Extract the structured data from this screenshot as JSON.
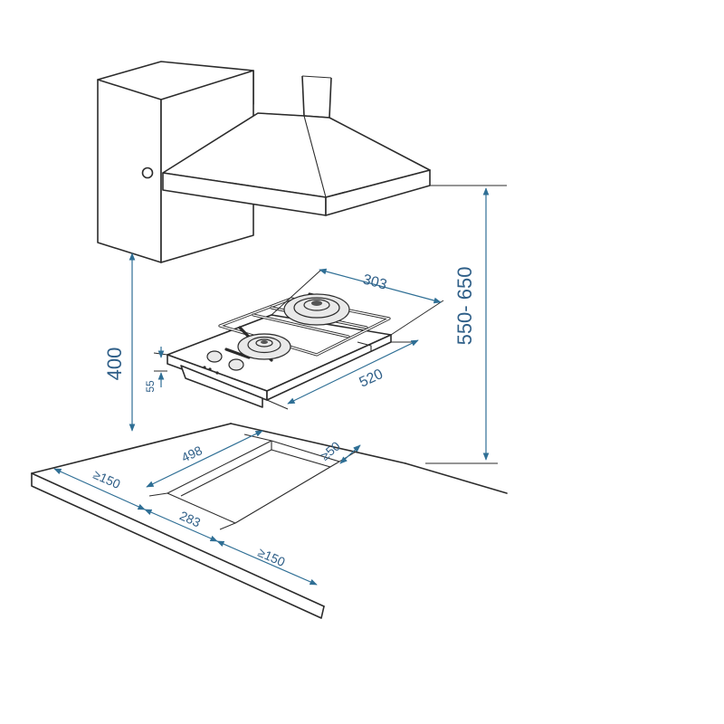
{
  "dimensions": {
    "hob_depth": "303",
    "hood_height": "550- 650",
    "hob_width": "520",
    "hob_clearance": "400",
    "hob_thickness": "55",
    "cutout_width": "498",
    "cutout_rear_gap": "≥50",
    "cutout_left_gap": "≥150",
    "cutout_depth": "283",
    "cutout_front_gap": "≥150"
  },
  "colors": {
    "dimension": "#2f6f95",
    "outline": "#2b2b2b"
  }
}
